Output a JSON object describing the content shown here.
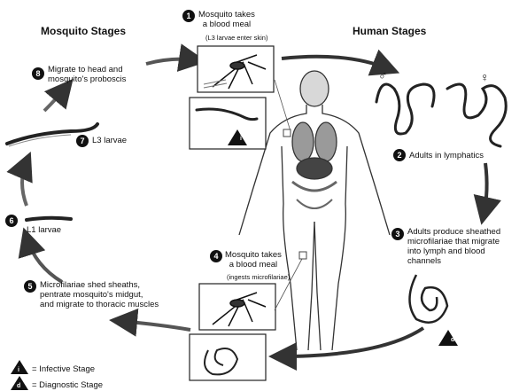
{
  "headers": {
    "mosquito": "Mosquito Stages",
    "human": "Human Stages"
  },
  "steps": [
    {
      "num": "1",
      "text": "Mosquito takes\na blood meal",
      "sub": "(L3 larvae enter skin)"
    },
    {
      "num": "2",
      "text": "Adults in lymphatics"
    },
    {
      "num": "3",
      "text": "Adults produce sheathed\nmicrofilariae that migrate\ninto lymph and blood\nchannels"
    },
    {
      "num": "4",
      "text": "Mosquito takes\na blood meal",
      "sub": "(ingests microfilariae)"
    },
    {
      "num": "5",
      "text": "Microfilariae shed sheaths,\npentrate mosquito's midgut,\nand migrate to thoracic muscles"
    },
    {
      "num": "6",
      "text": "L1 larvae"
    },
    {
      "num": "7",
      "text": "L3 larvae"
    },
    {
      "num": "8",
      "text": "Migrate to head and\nmosquito's proboscis"
    }
  ],
  "legend": {
    "infective_mark": "i",
    "infective": "= Infective Stage",
    "diagnostic_mark": "d",
    "diagnostic": "= Diagnostic Stage"
  },
  "symbols": {
    "male": "♂",
    "female": "♀"
  },
  "colors": {
    "arrow": "#333333",
    "ink": "#111111"
  }
}
